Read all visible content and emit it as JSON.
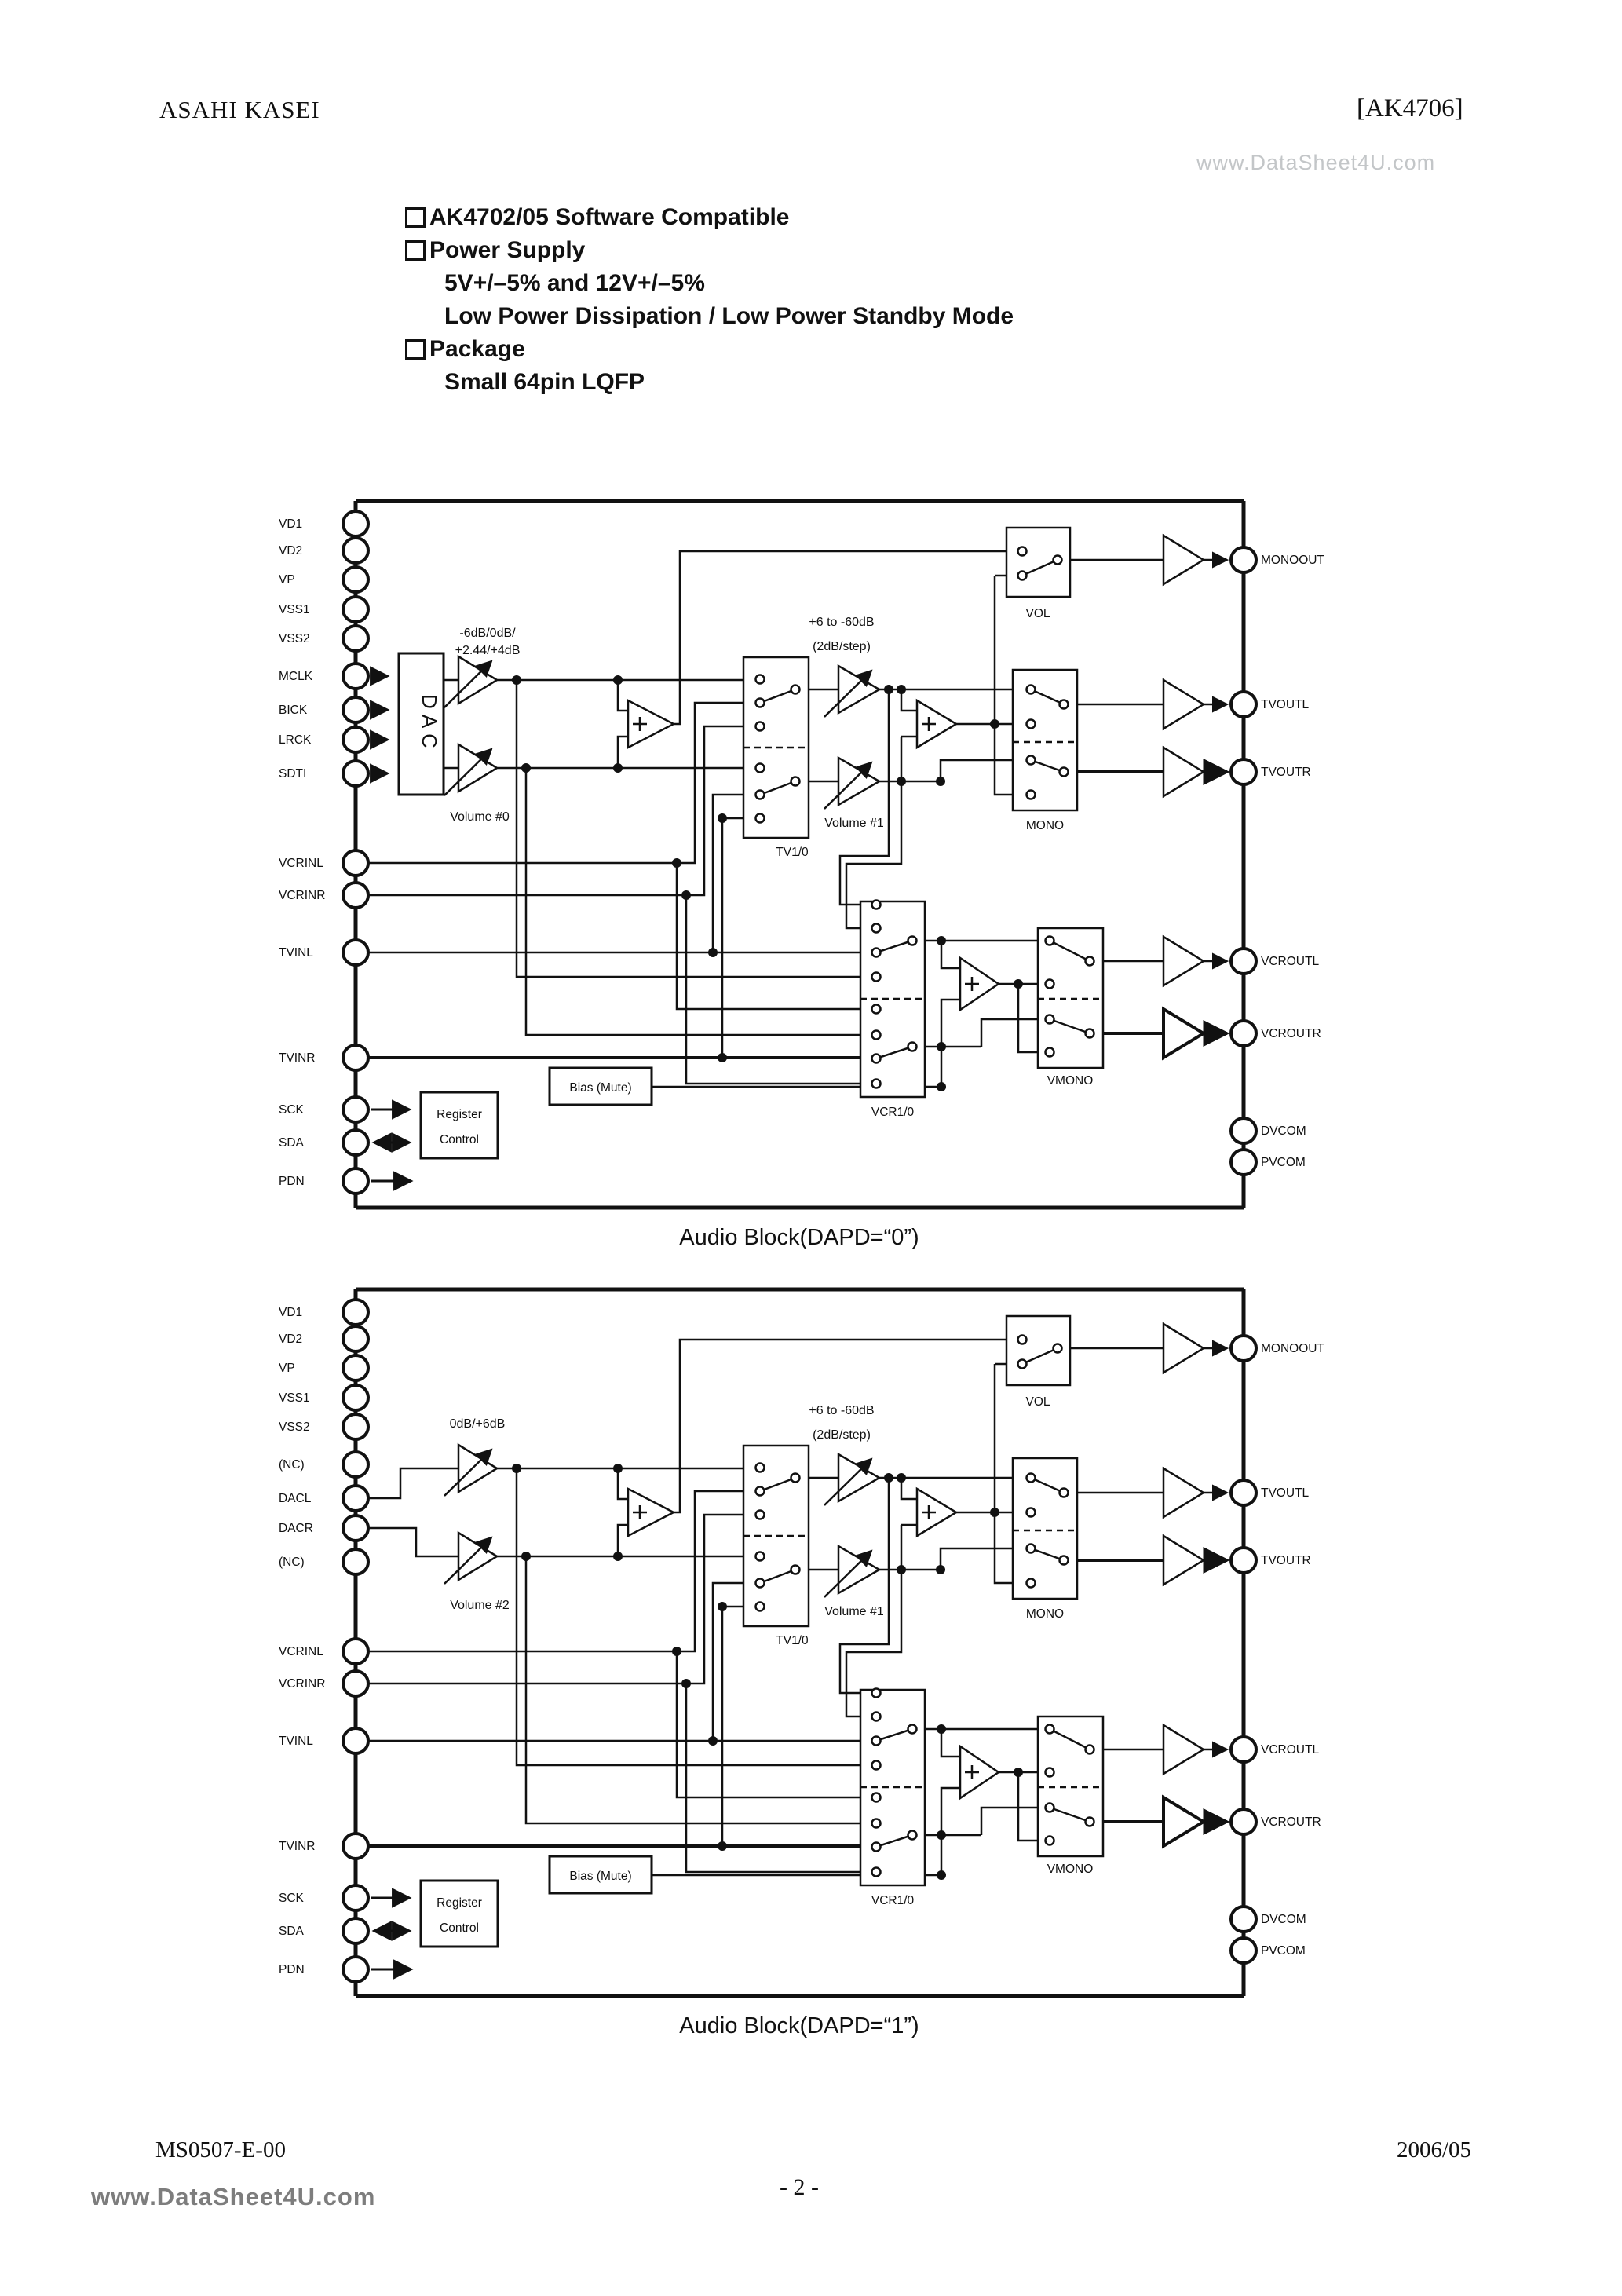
{
  "header": {
    "company": "ASAHI KASEI",
    "part_number": "[AK4706]",
    "watermark": "www.DataSheet4U.com"
  },
  "features": {
    "item1": "AK4702/05 Software Compatible",
    "item2": "Power Supply",
    "item2a": "5V+/–5% and 12V+/–5%",
    "item2b": "Low Power Dissipation / Low Power Standby Mode",
    "item3": "Package",
    "item3a": "Small 64pin LQFP"
  },
  "diagram_common": {
    "pins_left_top": [
      "VD1",
      "VD2",
      "VP",
      "VSS1",
      "VSS2"
    ],
    "pins_left_bottom": [
      "VCRINL",
      "VCRINR",
      "TVINL",
      "TVINR",
      "SCK",
      "SDA",
      "PDN"
    ],
    "pins_right": [
      "MONOOUT",
      "TVOUTL",
      "TVOUTR",
      "VCROUTL",
      "VCROUTR",
      "DVCOM",
      "PVCOM"
    ],
    "labels": {
      "tv_gain1": "+6 to -60dB",
      "tv_gain2": "(2dB/step)",
      "volume1": "Volume #1",
      "tv_switch": "TV1/0",
      "vol_switch": "VOL",
      "mono_switch": "MONO",
      "vcr_switch": "VCR1/0",
      "vmono_switch": "VMONO",
      "bias": "Bias (Mute)",
      "register1": "Register",
      "register2": "Control"
    }
  },
  "diagram1": {
    "caption": "Audio Block(DAPD=“0”)",
    "pins_mid": [
      "MCLK",
      "BICK",
      "LRCK",
      "SDTI"
    ],
    "dac": "DAC",
    "gain_line1": "-6dB/0dB/",
    "gain_line2": "+2.44/+4dB",
    "volume_label": "Volume #0"
  },
  "diagram2": {
    "caption": "Audio Block(DAPD=“1”)",
    "pins_mid": [
      "(NC)",
      "DACL",
      "DACR",
      "(NC)"
    ],
    "gain_line1": "0dB/+6dB",
    "volume_label": "Volume #2"
  },
  "footer": {
    "document_number": "MS0507-E-00",
    "page": "- 2 -",
    "date": "2006/05",
    "watermark": "www.DataSheet4U.com"
  }
}
